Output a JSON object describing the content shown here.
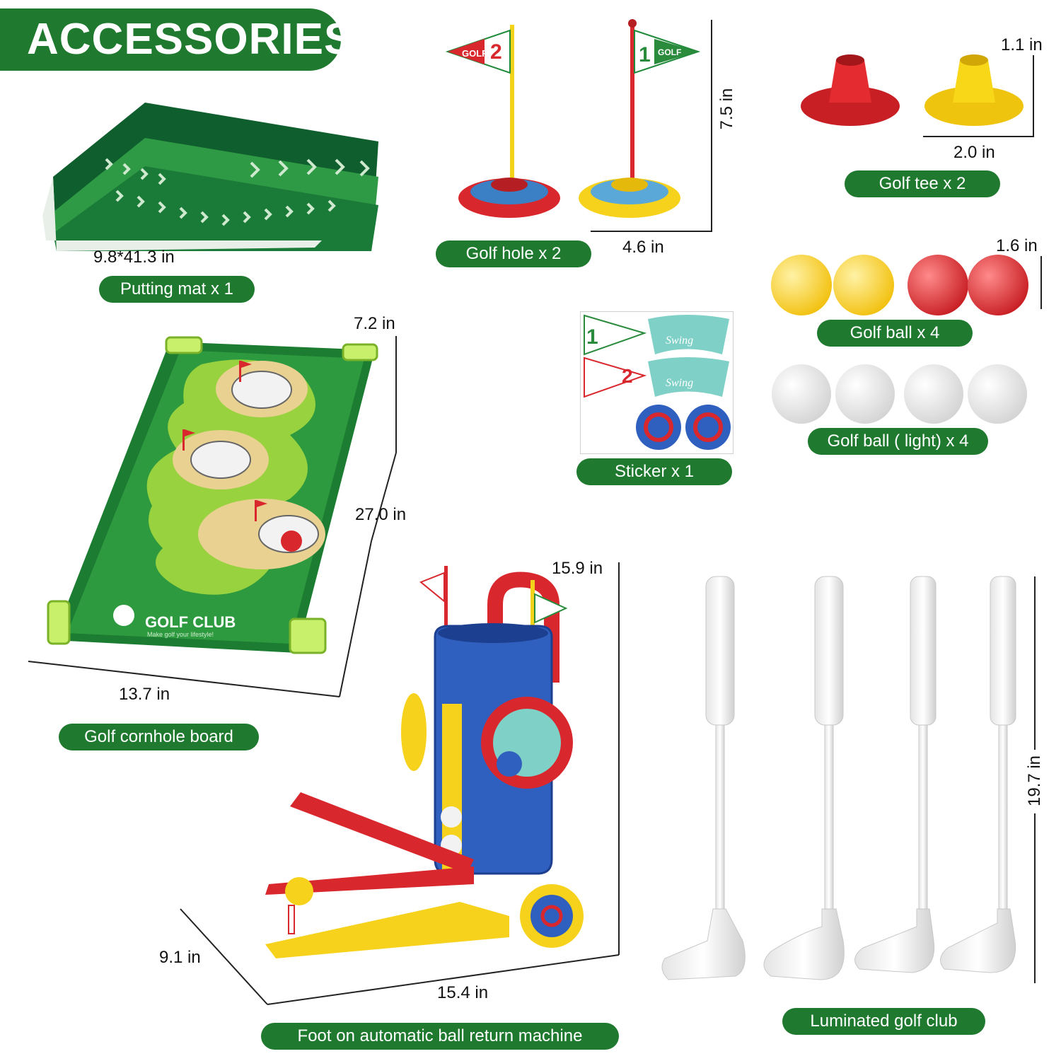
{
  "header": {
    "title": "ACCESSORIES"
  },
  "labels": {
    "putting_mat": "Putting mat x 1",
    "golf_hole": "Golf hole x 2",
    "golf_tee": "Golf tee x 2",
    "golf_ball": "Golf ball x 4",
    "golf_ball_light": "Golf ball ( light) x 4",
    "sticker": "Sticker x 1",
    "cornhole": "Golf cornhole board",
    "ball_return": "Foot on automatic ball return machine",
    "club": "Luminated golf club"
  },
  "dims": {
    "mat": "9.8*41.3 in",
    "hole_height": "7.5 in",
    "hole_width": "4.6 in",
    "tee_height": "1.1 in",
    "tee_width": "2.0 in",
    "ball": "1.6 in",
    "board_depth": "7.2 in",
    "board_length": "27.0 in",
    "board_width": "13.7 in",
    "machine_height": "15.9 in",
    "machine_depth": "9.1 in",
    "machine_width": "15.4 in",
    "club_length": "19.7 in"
  },
  "product_text": {
    "flag_golf": "GOLF",
    "flag_one": "1",
    "flag_two": "2",
    "swing": "Swing",
    "board_brand": "GOLF CLUB",
    "board_tagline": "Make golf your lifestyle!"
  },
  "colors": {
    "brand_green": "#1f7a2f",
    "red": "#d9282d",
    "yellow": "#f7d21c",
    "blue": "#2f5fbf"
  }
}
